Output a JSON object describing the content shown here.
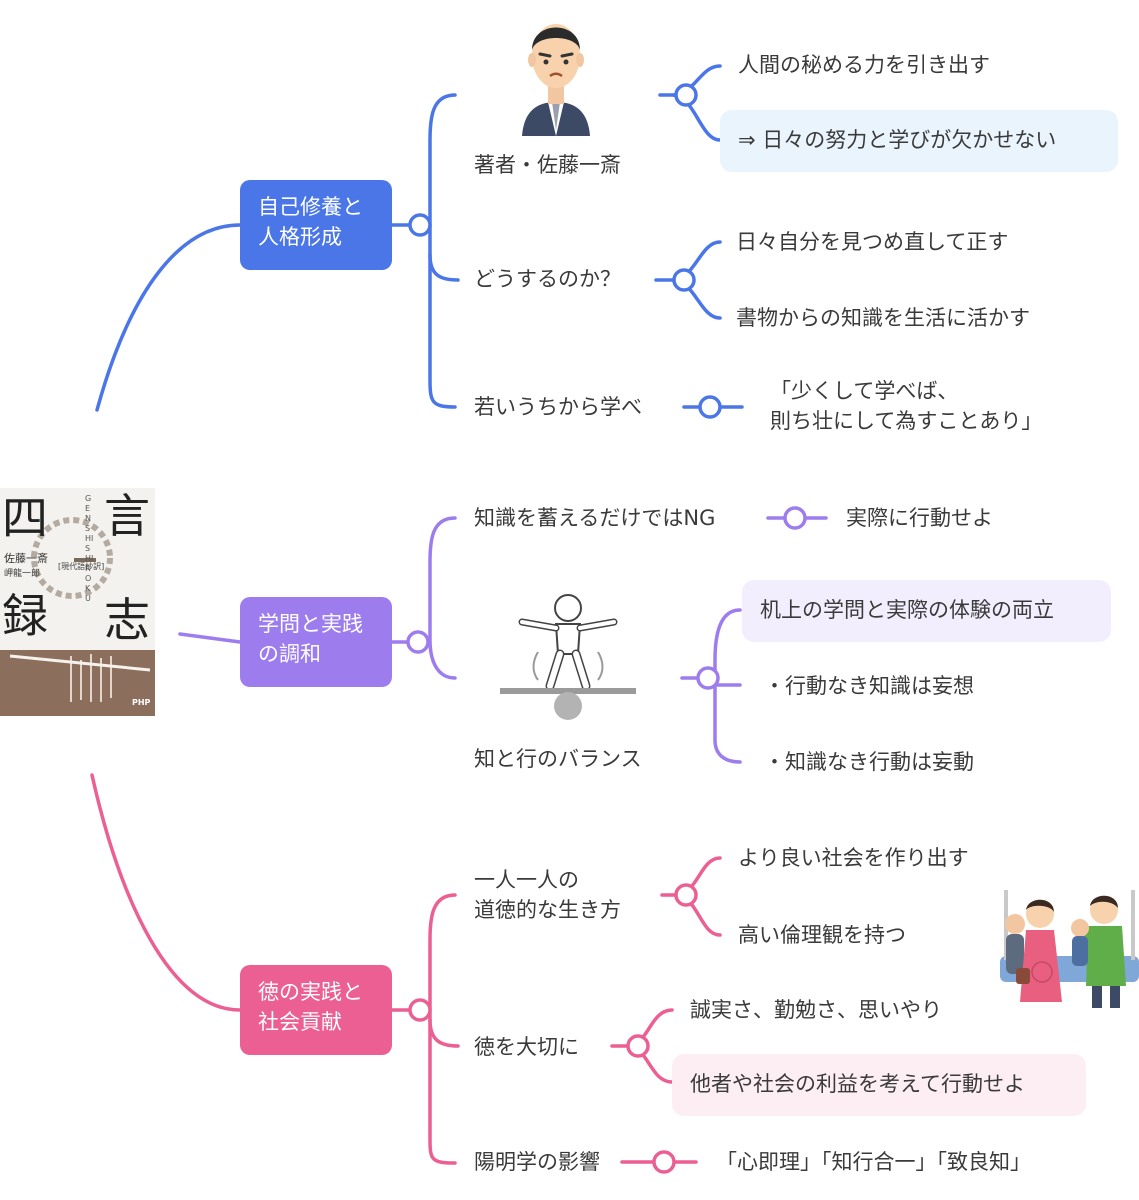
{
  "book": {
    "title_chars": [
      "言",
      "志",
      "四",
      "録"
    ],
    "author": "佐藤一斎",
    "translator": "岬龍一郎",
    "edition": "[現代語抄訳]",
    "romaji": "GENSHISHIROKU",
    "publisher": "PHP"
  },
  "branches": [
    {
      "id": "b1",
      "title": "自己修養と\n人格形成",
      "color": "#4a76e8",
      "topics": [
        {
          "label": "著者・佐藤一斎",
          "items": [
            "人間の秘める力を引き出す",
            "⇒ 日々の努力と学びが欠かせない"
          ]
        },
        {
          "label": "どうするのか？",
          "items": [
            "日々自分を見つめ直して正す",
            "書物からの知識を生活に活かす"
          ]
        },
        {
          "label": "若いうちから学べ",
          "items": [
            "「少くして学べば、\n 則ち壮にして為すことあり」"
          ]
        }
      ]
    },
    {
      "id": "b2",
      "title": "学問と実践\nの調和",
      "color": "#9d7ded",
      "topics": [
        {
          "label": "知識を蓄えるだけではNG",
          "items": [
            "実際に行動せよ"
          ]
        },
        {
          "label": "知と行のバランス",
          "items": [
            "机上の学問と実際の体験の両立",
            "・行動なき知識は妄想",
            "・知識なき行動は妄動"
          ]
        }
      ]
    },
    {
      "id": "b3",
      "title": "徳の実践と\n社会貢献",
      "color": "#ec5f92",
      "topics": [
        {
          "label": "一人一人の\n道徳的な生き方",
          "items": [
            "より良い社会を作り出す",
            "高い倫理観を持つ"
          ]
        },
        {
          "label": "徳を大切に",
          "items": [
            "誠実さ、勤勉さ、思いやり",
            "他者や社会の利益を考えて行動せよ"
          ]
        },
        {
          "label": "陽明学の影響",
          "items": [
            "「心即理」「知行合一」「致良知」"
          ]
        }
      ]
    }
  ],
  "colors": {
    "blue_highlight": "#e9f4fd",
    "purple_highlight": "#f3eefd",
    "pink_highlight": "#fdeef4",
    "connector_blue": "#4a76e8",
    "connector_purple": "#9d7ded",
    "connector_pink": "#ec5f92"
  },
  "illustrations": [
    "samurai-portrait-icon",
    "balance-figure-icon",
    "train-passengers-icon"
  ]
}
